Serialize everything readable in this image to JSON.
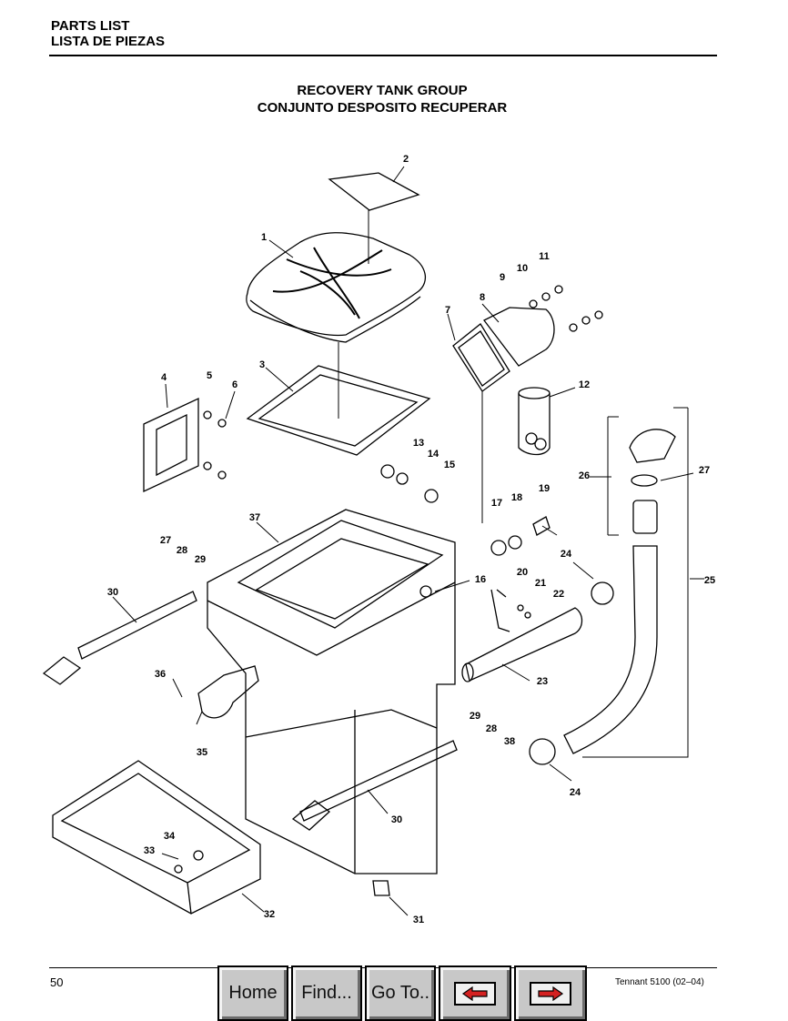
{
  "header": {
    "line1": "PARTS LIST",
    "line2": "LISTA DE PIEZAS"
  },
  "title": {
    "line1": "RECOVERY TANK GROUP",
    "line2": "CONJUNTO DESPOSITO RECUPERAR"
  },
  "callouts": [
    "1",
    "2",
    "3",
    "4",
    "5",
    "6",
    "7",
    "8",
    "9",
    "10",
    "11",
    "12",
    "13",
    "14",
    "15",
    "16",
    "17",
    "18",
    "19",
    "20",
    "21",
    "22",
    "23",
    "24",
    "24",
    "25",
    "26",
    "27",
    "27",
    "28",
    "29",
    "30",
    "30",
    "29",
    "28",
    "38",
    "31",
    "32",
    "33",
    "34",
    "35",
    "36",
    "37"
  ],
  "footer": {
    "page": "50",
    "doc": "Tennant 5100   (02–04)"
  },
  "nav": {
    "home": "Home",
    "find": "Find...",
    "goto": "Go To..",
    "prev_icon": "left-arrow-icon",
    "next_icon": "right-arrow-icon",
    "arrow_color": "#d42020"
  }
}
